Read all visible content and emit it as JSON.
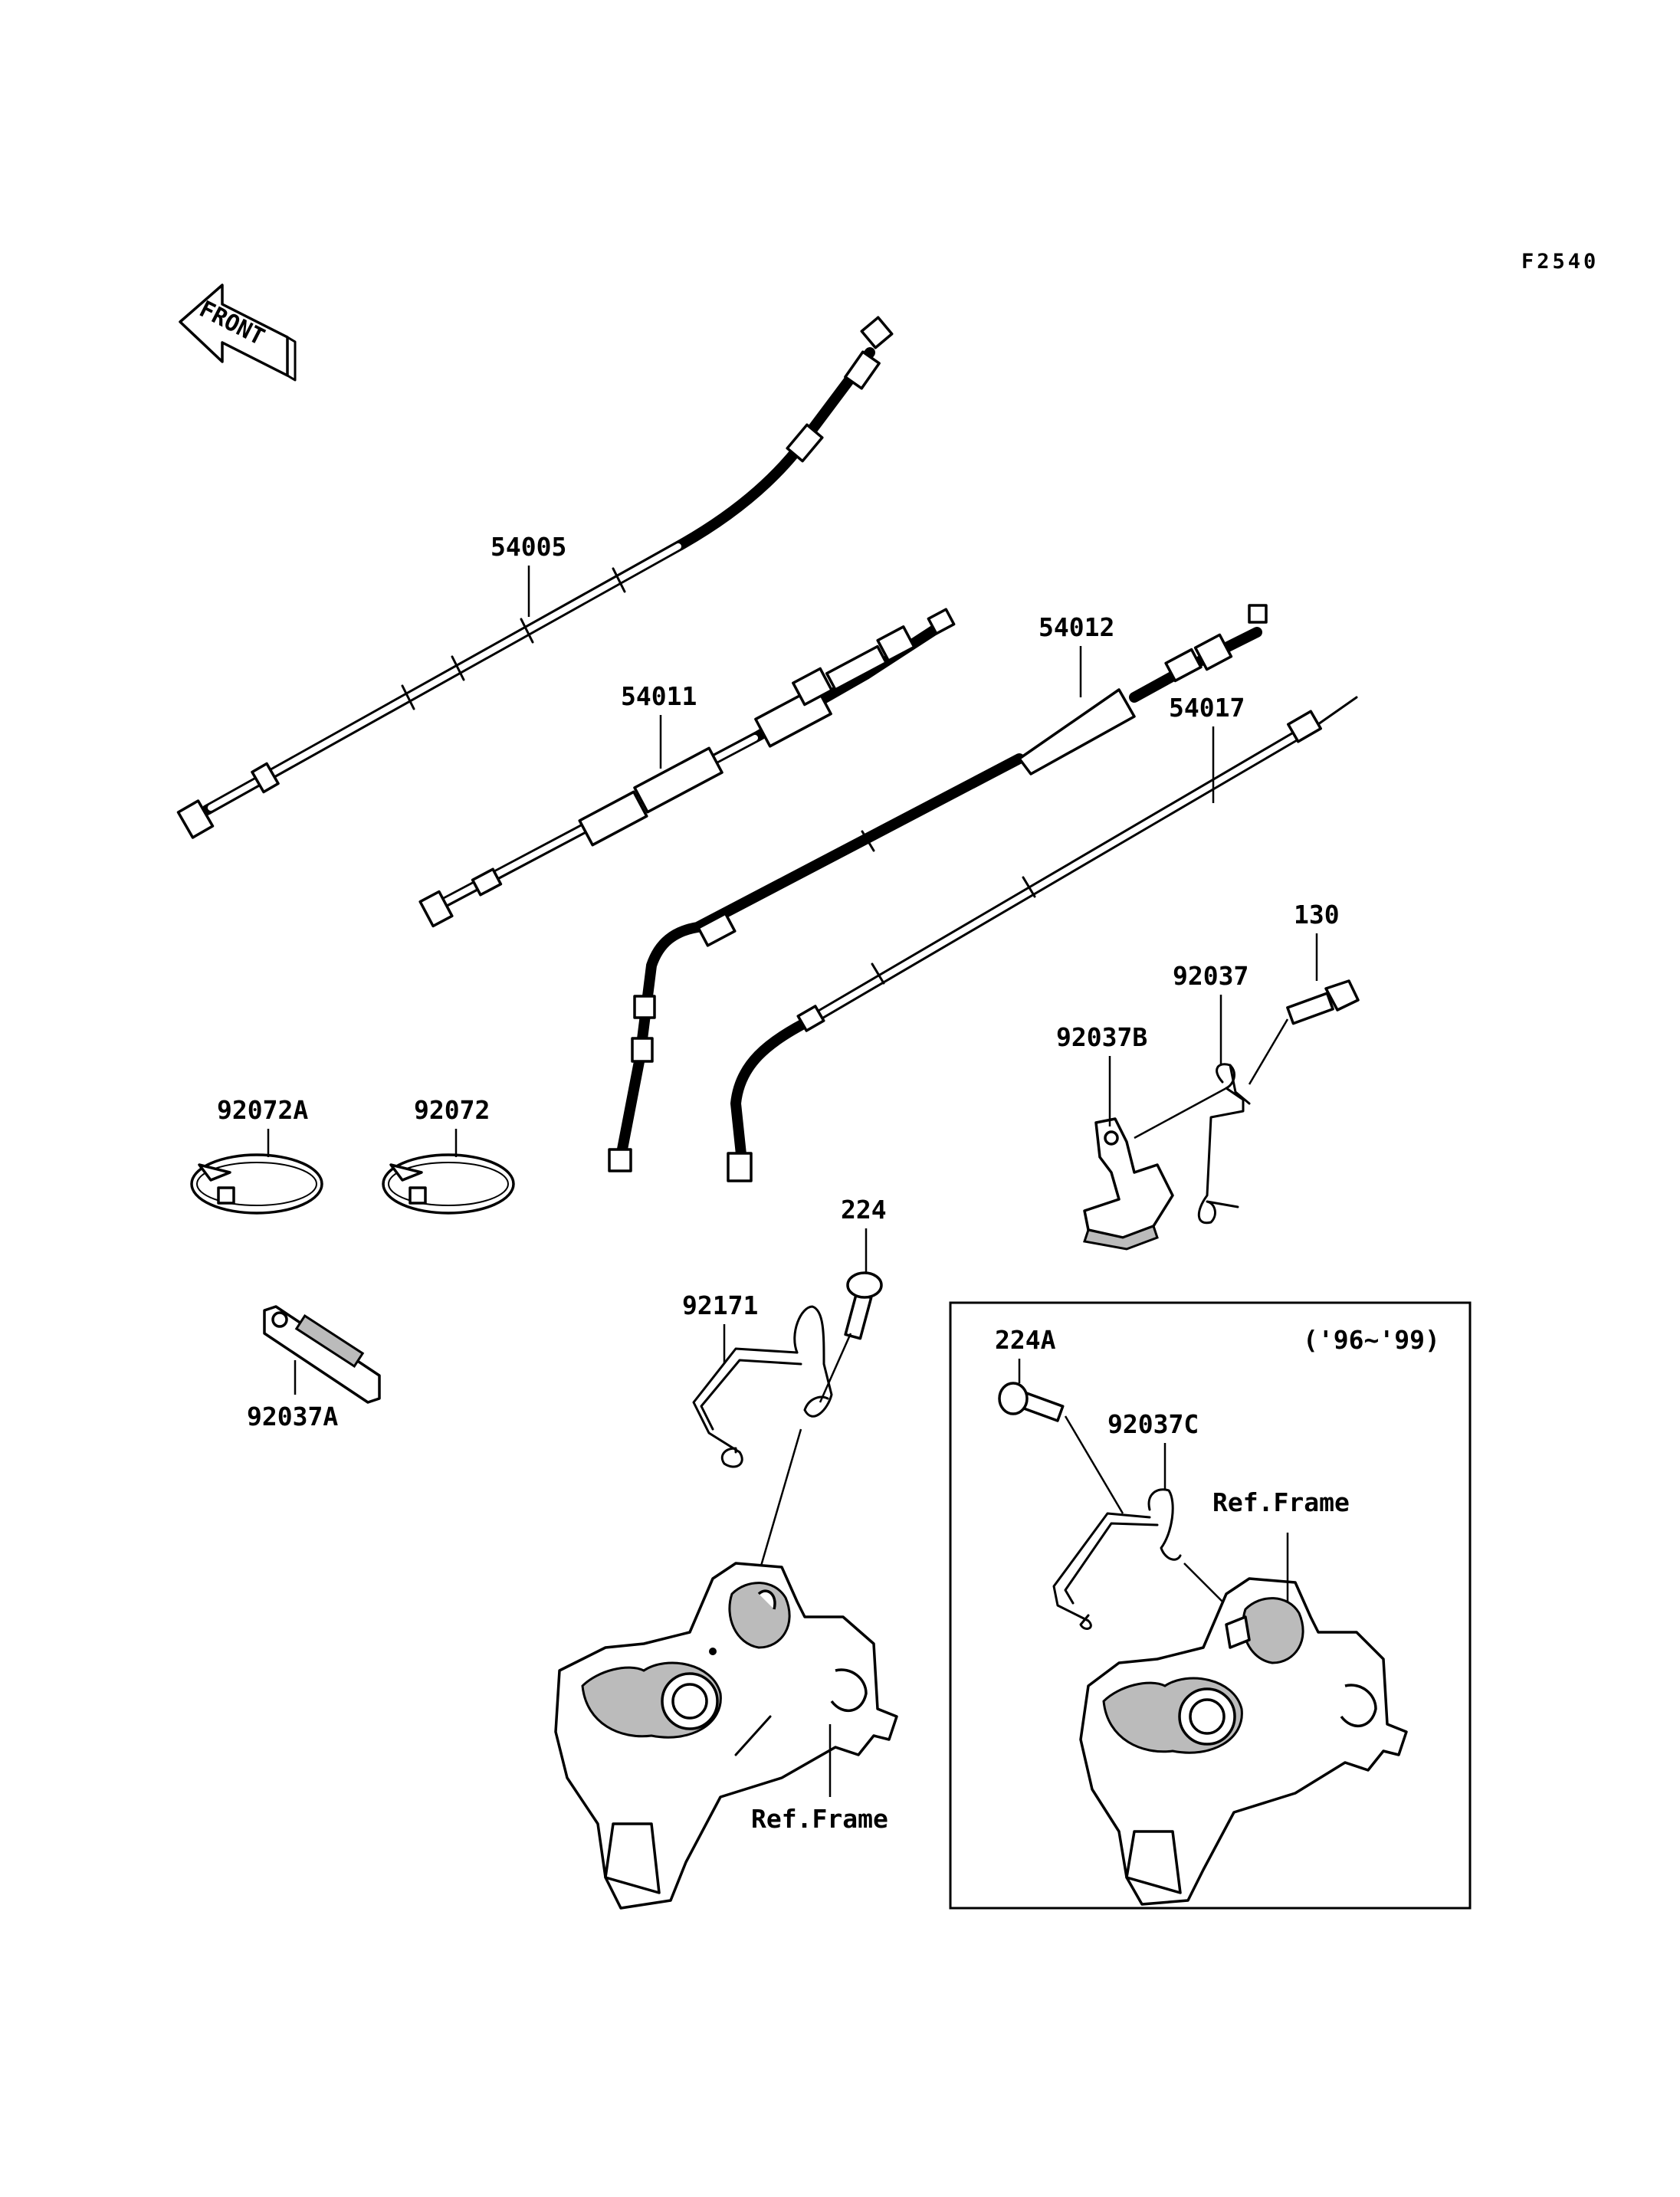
{
  "diagram_code": "F2540",
  "front_label": "FRONT",
  "inset_label": "('96~'99)",
  "parts": {
    "p54005": "54005",
    "p54011": "54011",
    "p54012": "54012",
    "p54017": "54017",
    "p130": "130",
    "p92037": "92037",
    "p92037B": "92037B",
    "p92072A": "92072A",
    "p92072": "92072",
    "p224": "224",
    "p92171": "92171",
    "p92037A": "92037A",
    "p224A": "224A",
    "p92037C": "92037C"
  },
  "ref_frame_main": "Ref.Frame",
  "ref_frame_inset": "Ref.Frame"
}
